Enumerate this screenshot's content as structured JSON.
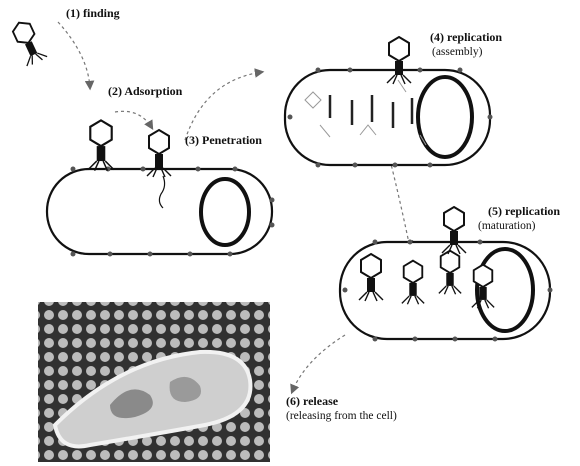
{
  "steps": {
    "s1": {
      "label": "(1) finding"
    },
    "s2": {
      "label": "(2) Adsorption"
    },
    "s3": {
      "label": "(3) Penetration"
    },
    "s4": {
      "label": "(4) replication",
      "sub": "(assembly)"
    },
    "s5": {
      "label": "(5) replication",
      "sub": "(maturation)"
    },
    "s6": {
      "label": "(6) release",
      "sub": "(releasing from the cell)"
    }
  },
  "colors": {
    "ink": "#111111",
    "arrow": "#777777",
    "photo_dark": "#2a2a2a",
    "photo_light": "#e8e8e8"
  }
}
